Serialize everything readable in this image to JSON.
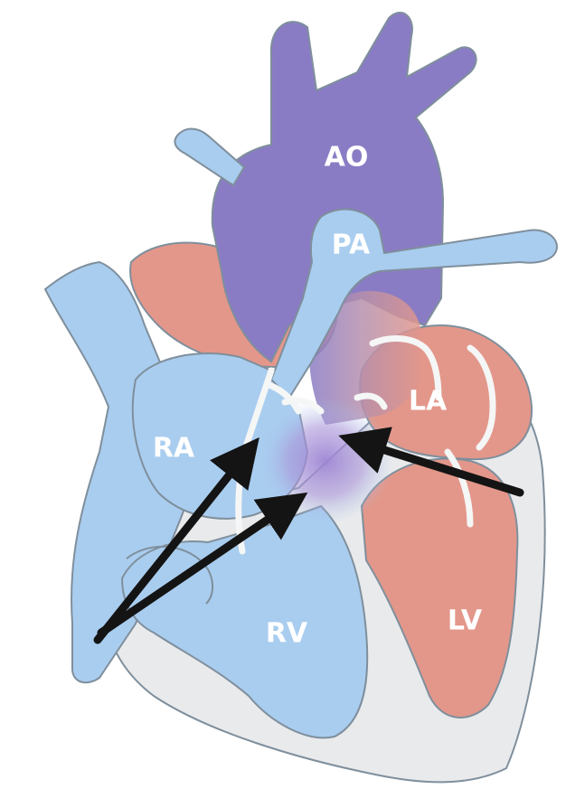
{
  "labels": {
    "ao": "AO",
    "pa": "PA",
    "ra": "RA",
    "la": "LA",
    "rv": "RV",
    "lv": "LV"
  },
  "colors": {
    "aorta": "#8a7cc4",
    "deoxygenated": "#a9cdef",
    "oxygenated": "#e3978a",
    "pericardium": "#e9eaec",
    "septum": "#f5f6f6",
    "arrow": "#141414",
    "label": "#ffffff"
  }
}
